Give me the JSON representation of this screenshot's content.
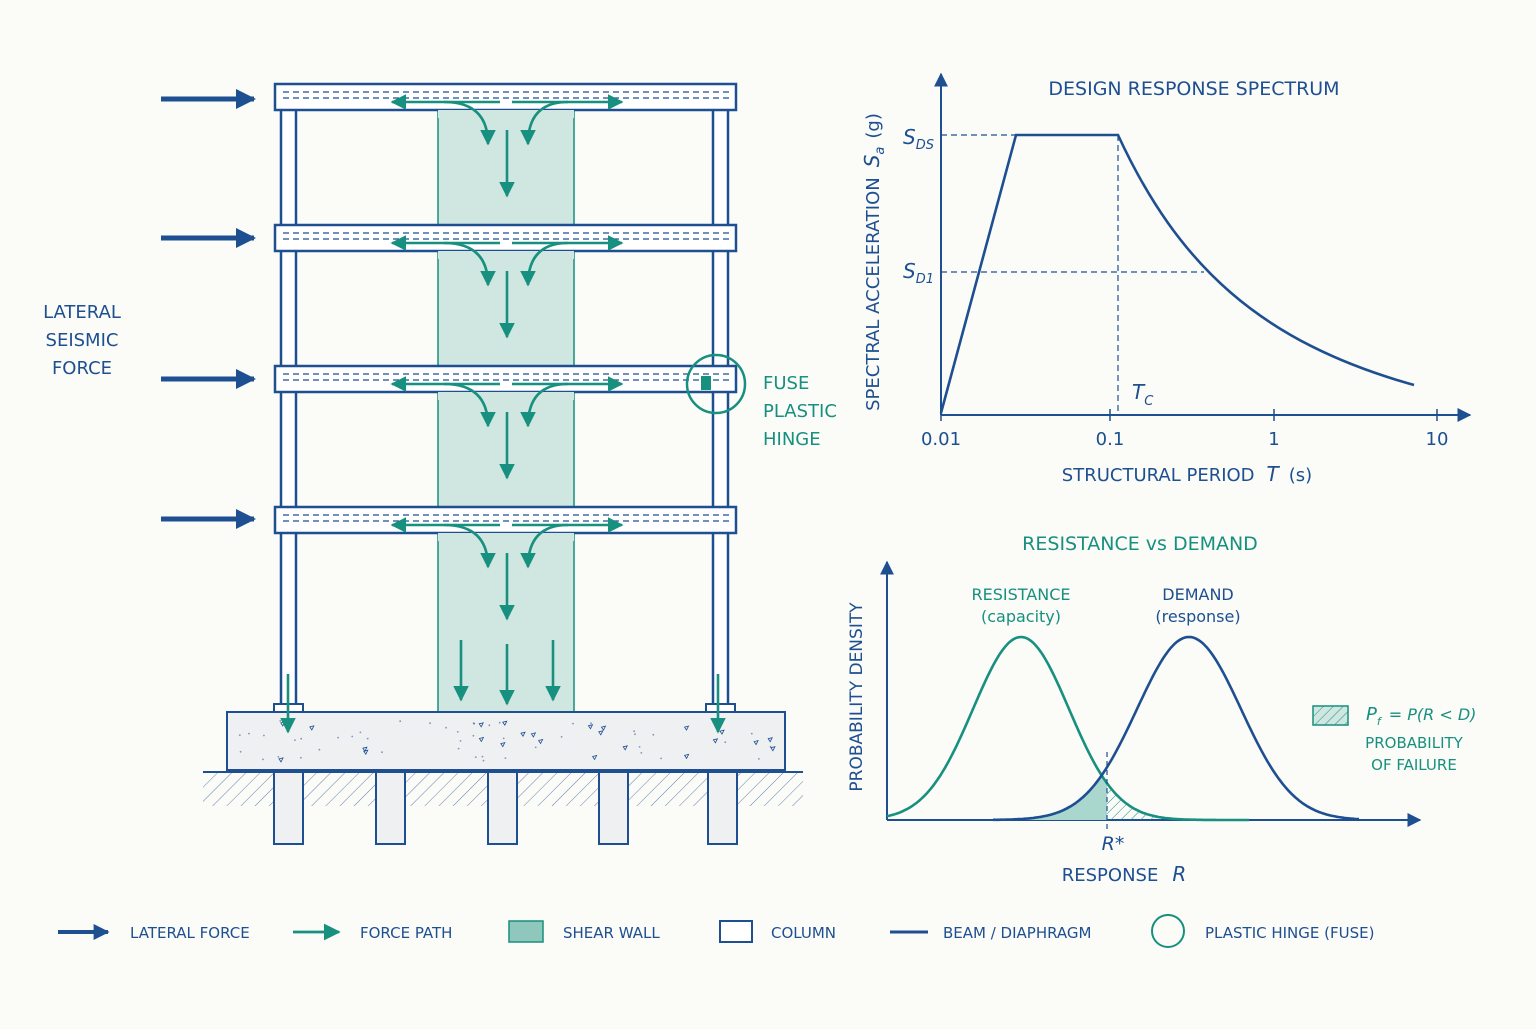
{
  "colors": {
    "blue": "#1d4f91",
    "teal": "#17907f",
    "wall": "#cfe6e1",
    "background": "#fbfbf7",
    "concrete": "#eef0f1"
  },
  "building": {
    "side_label": [
      "LATERAL",
      "SEISMIC",
      "FORCE"
    ],
    "fuse_label": [
      "FUSE",
      "PLASTIC",
      "HINGE"
    ],
    "floors": 4,
    "piles": 5
  },
  "spectrum": {
    "title": "DESIGN RESPONSE SPECTRUM",
    "ylabel": {
      "text": "SPECTRAL ACCELERATION",
      "symbol": "S",
      "sub": "a",
      "unit": "(g)"
    },
    "xlabel": {
      "text": "STRUCTURAL PERIOD",
      "symbol": "T",
      "unit": "(s)"
    },
    "x_ticks": [
      "0.01",
      "0.1",
      "1",
      "10"
    ],
    "sds": {
      "main": "S",
      "sub": "DS"
    },
    "sd1": {
      "main": "S",
      "sub": "D1"
    },
    "tc": {
      "main": "T",
      "sub": "C"
    }
  },
  "reliability": {
    "title": "RESISTANCE vs DEMAND",
    "ylabel": "PROBABILITY DENSITY",
    "xlabel": {
      "text": "RESPONSE",
      "symbol": "R"
    },
    "resistance": [
      "RESISTANCE",
      "(capacity)"
    ],
    "demand": [
      "DEMAND",
      "(response)"
    ],
    "rstar": "R*",
    "pf": {
      "symbol": "P",
      "sub": "f",
      "eq": "= P(R < D)"
    },
    "pf_label": [
      "PROBABILITY",
      "OF FAILURE"
    ]
  },
  "legend": [
    {
      "key": "lateral",
      "label": "LATERAL FORCE"
    },
    {
      "key": "path",
      "label": "FORCE PATH"
    },
    {
      "key": "wall",
      "label": "SHEAR WALL"
    },
    {
      "key": "column",
      "label": "COLUMN"
    },
    {
      "key": "beam",
      "label": "BEAM / DIAPHRAGM"
    },
    {
      "key": "hinge",
      "label": "PLASTIC HINGE (FUSE)"
    }
  ]
}
